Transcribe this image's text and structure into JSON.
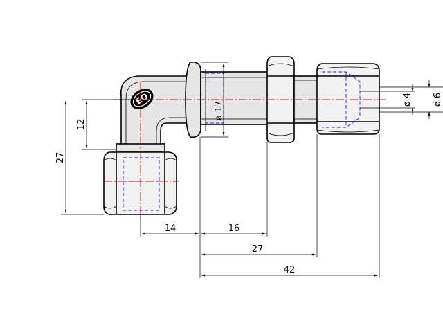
{
  "drawing": {
    "logo": "EO",
    "dimensions": {
      "dia_17": "ø 17",
      "dia_4": "ø 4",
      "dia_6": "ø 6",
      "d_12": "12",
      "d_27_vertical": "27",
      "d_14": "14",
      "d_16": "16",
      "d_27_horizontal": "27",
      "d_42": "42"
    },
    "colors": {
      "outline": "#000000",
      "centerline": "#e01010",
      "hidden_line": "#1a1aff"
    }
  }
}
